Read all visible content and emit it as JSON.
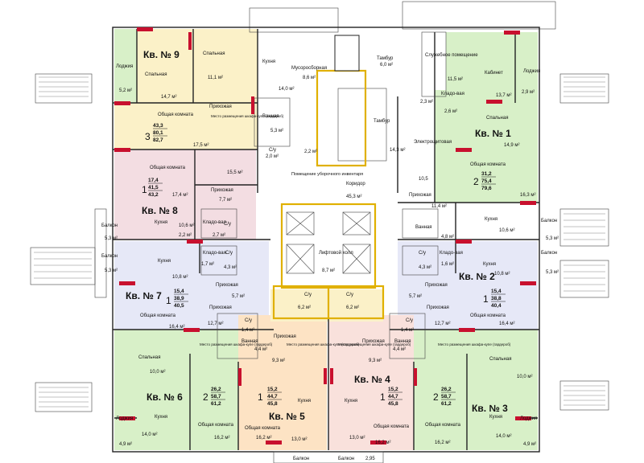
{
  "colors": {
    "apt_green": "#d8f0c8",
    "apt_yellow": "#fbf1c8",
    "apt_pink": "#f3dde2",
    "apt_blue": "#e6e8f7",
    "apt_peach": "#fde3c4",
    "apt_rose": "#f9e1dc",
    "corridor": "#ffffff",
    "accent_red": "#c8102e",
    "core_yellow": "#e0b000"
  },
  "apartments": {
    "a9": {
      "title": "Кв. № 9",
      "rooms": "3",
      "f1": "43,3",
      "f2": "80,1",
      "f3": "82,7"
    },
    "a1": {
      "title": "Кв. № 1",
      "rooms": "2",
      "f1": "31,2",
      "f2": "75,4",
      "f3": "79,6"
    },
    "a8": {
      "title": "Кв. № 8",
      "rooms": "1",
      "f1": "17,4",
      "f2": "41,5",
      "f3": "43,2"
    },
    "a2": {
      "title": "Кв. № 2",
      "rooms": "1",
      "f1": "15,4",
      "f2": "38,8",
      "f3": "40,4"
    },
    "a7": {
      "title": "Кв. № 7",
      "rooms": "1",
      "f1": "15,4",
      "f2": "38,9",
      "f3": "40,5"
    },
    "a6": {
      "title": "Кв. № 6",
      "rooms": "2",
      "f1": "26,2",
      "f2": "58,7",
      "f3": "61,2"
    },
    "a3": {
      "title": "Кв. № 3",
      "rooms": "2",
      "f1": "26,2",
      "f2": "58,7",
      "f3": "61,2"
    },
    "a5": {
      "title": "Кв. № 5",
      "rooms": "1",
      "f1": "15,2",
      "f2": "44,7",
      "f3": "45,8"
    },
    "a4": {
      "title": "Кв. № 4",
      "rooms": "1",
      "f1": "15,2",
      "f2": "44,7",
      "f3": "45,8"
    }
  },
  "rooms": {
    "podiya9": "Лоджия",
    "podiya9_a": "5,2 м²",
    "sp9": "Спальная",
    "sp9_a": "14,7 м²",
    "sp9b": "Спальная",
    "sp9b_a": "11,1 м²",
    "ku9": "Кухня",
    "ku9_a": "14,0 м²",
    "mus": "Мусоросборная",
    "mus_a": "8,6 м²",
    "tamb1": "Тамбур",
    "tamb1_a": "6,0 м²",
    "sluzh": "Служебное помещение",
    "sluzh_a": "11,5 м²",
    "kab": "Кабинет",
    "kab_a": "13,7 м²",
    "pod1": "Лоджия",
    "pod1_a": "2,9 м²",
    "pr9": "Прихожая",
    "og9": "Общая комната",
    "og9_a": "17,5 м²",
    "mesto9": "Место размещения шкафа-купе (гардероб)",
    "van9": "Ванная",
    "van9_a": "5,3 м²",
    "su9": "С/у",
    "su9_a": "2,0 м²",
    "pr9_a": "15,5 м²",
    "klad1": "Кладо-вая",
    "klad1_a": "2,3 м²",
    "pr1_a": "2,6 м²",
    "tamb2": "Тамбур",
    "el": "Электрощитовая",
    "el_a": "14,3 м²",
    "sp1": "Спальная",
    "sp1_a": "14,9 м²",
    "og1": "Общая комната",
    "og1_a": "16,3 м²",
    "r10_5": "10,5",
    "uborka": "Помещение уборочного инвентаря",
    "uborka_a": "2,2 м²",
    "korid": "Коридор",
    "korid_a": "45,3 м²",
    "og8": "Общая комната",
    "og8_a": "17,4 м²",
    "pr8": "Прихожая",
    "pr8_a": "7,7 м²",
    "ku8": "Кухня",
    "ku8_a": "10,6 м²",
    "klad8": "Кладо-вая",
    "klad8_a": "2,2 м²",
    "su8": "С/у",
    "su8_a": "2,7 м²",
    "bal8": "Балкон",
    "bal8_a": "5,3 м²",
    "pr1": "Прихожая",
    "pr1b_a": "11,4 м²",
    "van1": "Ванная",
    "van1_a": "4,8 м²",
    "ku1": "Кухня",
    "ku1_a": "10,6 м²",
    "bal1": "Балкон",
    "bal1_a": "5,3 м²",
    "lift": "Лифтовой холл",
    "lift_a": "8,7 м²",
    "bal7": "Балкон",
    "bal7_a": "5,3 м²",
    "ku7": "Кухня",
    "ku7_a": "10,8 м²",
    "klad7": "Кладо-вая",
    "klad7_a": "1,7 м²",
    "su7": "С/у",
    "su7_a": "4,3 м²",
    "pr7": "Прихожая",
    "pr7_a": "5,7 м²",
    "og7": "Общая комната",
    "og7_a": "16,4 м²",
    "ku2": "Кухня",
    "ku2_a": "10,8 м²",
    "klad2": "Кладо-вая",
    "klad2_a": "1,6 м²",
    "su2": "С/у",
    "su2_a": "4,3 м²",
    "pr2": "Прихожая",
    "pr2_a": "5,7 м²",
    "og2": "Общая комната",
    "og2_a": "16,4 м²",
    "bal2": "Балкон",
    "bal2_a": "5,3 м²",
    "sua": "С/у",
    "sua_a": "6,2 м²",
    "sub": "С/у",
    "sub_a": "6,2 м²",
    "pr6": "Прихожая",
    "pr6_a": "12,7 м²",
    "su6": "С/у",
    "su6_a": "1,4 м²",
    "van6": "Ванная",
    "van6_a": "4,4 м²",
    "mesto6": "Место размещения шкафа-купе (гардероб)",
    "sp6": "Спальная",
    "sp6_a": "10,0 м²",
    "pr5": "Прихожая",
    "pr5_a": "9,3 м²",
    "mesto5": "Место размещения шкафа-купе (гардероб)",
    "pr4": "Прихожая",
    "pr4_a": "9,3 м²",
    "mesto4": "Место размещения шкафа-купе (гардероб)",
    "pr3": "Прихожая",
    "pr3_a": "12,7 м²",
    "su3": "С/у",
    "su3_a": "1,4 м²",
    "van3": "Ванная",
    "van3_a": "4,4 м²",
    "mesto3": "Место размещения шкафа-купе (гардероб)",
    "sp3": "Спальная",
    "sp3_a": "10,0 м²",
    "pod6": "Лоджия",
    "pod6_a": "4,9 м²",
    "ku6": "Кухня",
    "ku6_a": "14,0 м²",
    "og6": "Общая комната",
    "og6_a": "16,2 м²",
    "ku5": "Кухня",
    "ku5_a": "13,0 м²",
    "og5": "Общая комната",
    "og5_a": "16,2 м²",
    "ku4": "Кухня",
    "ku4_a": "13,0 м²",
    "og4": "Общая комната",
    "og4_a": "16,2 м²",
    "og3": "Общая комната",
    "og3_a": "16,2 м²",
    "ku3": "Кухня",
    "ku3_a": "14,0 м²",
    "pod3": "Лоджия",
    "pod3_a": "4,9 м²",
    "bal5": "Балкон",
    "bal4": "Балкон",
    "bot": "2,95"
  }
}
